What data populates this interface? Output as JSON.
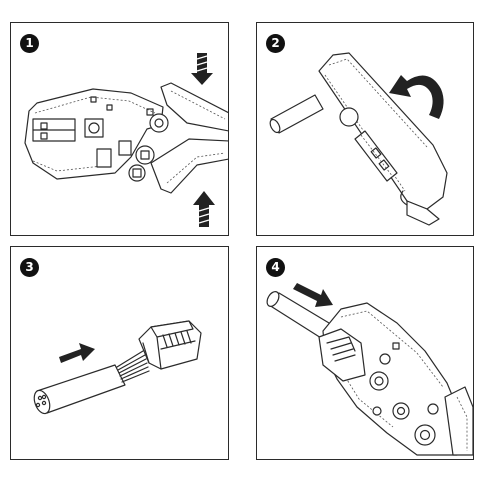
{
  "steps": [
    {
      "number": "1"
    },
    {
      "number": "2"
    },
    {
      "number": "3"
    },
    {
      "number": "4"
    }
  ],
  "colors": {
    "line": "#2b2b2b",
    "badge": "#111111",
    "arrow": "#222222",
    "background": "#ffffff"
  },
  "icons": {
    "step1": [
      "crimping-tool-open-icon",
      "press-down-arrow-icon",
      "press-up-arrow-icon"
    ],
    "step2": [
      "cable-stripper-icon",
      "rotate-arrow-icon"
    ],
    "step3": [
      "stripped-cable-icon",
      "rj45-connector-icon",
      "insert-arrow-icon"
    ],
    "step4": [
      "crimping-tool-closed-icon",
      "cable-insert-arrow-icon"
    ]
  }
}
